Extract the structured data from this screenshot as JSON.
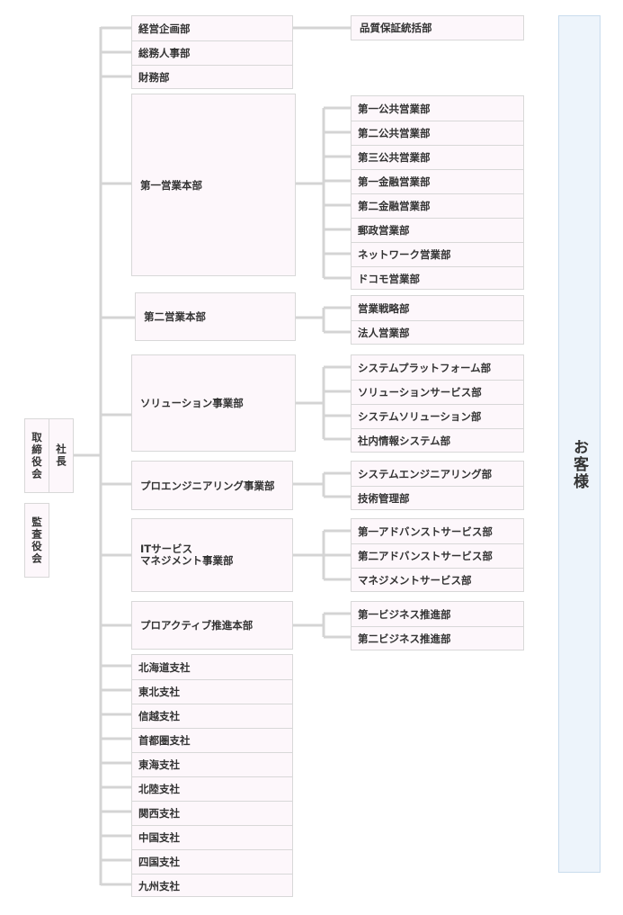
{
  "board": {
    "directors": "取締役会",
    "president": "社長",
    "auditors": "監査役会"
  },
  "customer": "お客様",
  "top_departments": [
    "経営企画部",
    "総務人事部",
    "財務部"
  ],
  "quality": "品質保証統括部",
  "divisions": [
    {
      "name": "第一営業本部",
      "departments": [
        "第一公共営業部",
        "第二公共営業部",
        "第三公共営業部",
        "第一金融営業部",
        "第二金融営業部",
        "郵政営業部",
        "ネットワーク営業部",
        "ドコモ営業部"
      ]
    },
    {
      "name": "第二営業本部",
      "departments": [
        "営業戦略部",
        "法人営業部"
      ]
    },
    {
      "name": "ソリューション事業部",
      "departments": [
        "システムプラットフォーム部",
        "ソリューションサービス部",
        "システムソリューション部",
        "社内情報システム部"
      ]
    },
    {
      "name": "プロエンジニアリング事業部",
      "departments": [
        "システムエンジニアリング部",
        "技術管理部"
      ]
    },
    {
      "name_line1": "ITサービス",
      "name_line2": "マネジメント事業部",
      "departments": [
        "第一アドバンストサービス部",
        "第二アドバンストサービス部",
        "マネジメントサービス部"
      ]
    },
    {
      "name": "プロアクティブ推進本部",
      "departments": [
        "第一ビジネス推進部",
        "第二ビジネス推進部"
      ]
    }
  ],
  "branches": [
    "北海道支社",
    "東北支社",
    "信越支社",
    "首都圏支社",
    "東海支社",
    "北陸支社",
    "関西支社",
    "中国支社",
    "四国支社",
    "九州支社"
  ]
}
